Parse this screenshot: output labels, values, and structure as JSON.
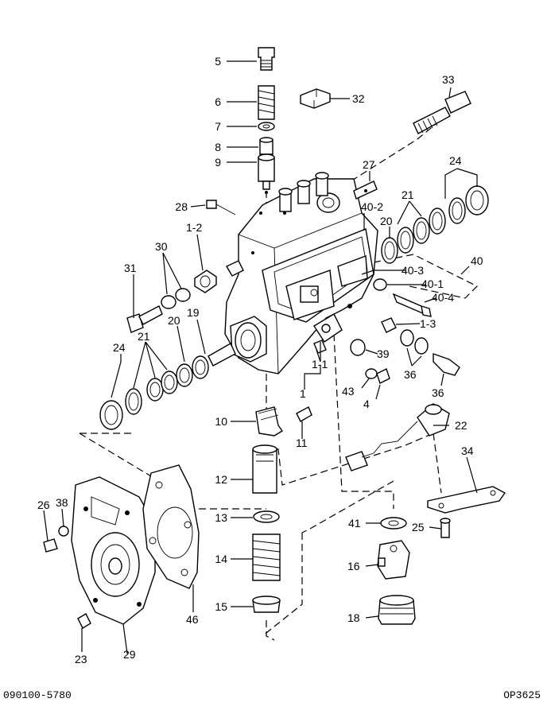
{
  "callouts": [
    {
      "id": "c5",
      "text": "5"
    },
    {
      "id": "c6",
      "text": "6"
    },
    {
      "id": "c7",
      "text": "7"
    },
    {
      "id": "c8",
      "text": "8"
    },
    {
      "id": "c9",
      "text": "9"
    },
    {
      "id": "c32",
      "text": "32"
    },
    {
      "id": "c33",
      "text": "33"
    },
    {
      "id": "c27",
      "text": "27"
    },
    {
      "id": "c24a",
      "text": "24"
    },
    {
      "id": "c21a",
      "text": "21"
    },
    {
      "id": "c40_2",
      "text": "40-2"
    },
    {
      "id": "c20a",
      "text": "20"
    },
    {
      "id": "c28",
      "text": "28"
    },
    {
      "id": "c1_2",
      "text": "1-2"
    },
    {
      "id": "c30",
      "text": "30"
    },
    {
      "id": "c31",
      "text": "31"
    },
    {
      "id": "c40",
      "text": "40"
    },
    {
      "id": "c40_3",
      "text": "40-3"
    },
    {
      "id": "c40_1",
      "text": "40-1"
    },
    {
      "id": "c40_4",
      "text": "40-4"
    },
    {
      "id": "c1_3",
      "text": "1-3"
    },
    {
      "id": "c19",
      "text": "19"
    },
    {
      "id": "c20b",
      "text": "20"
    },
    {
      "id": "c21b",
      "text": "21"
    },
    {
      "id": "c24b",
      "text": "24"
    },
    {
      "id": "c39",
      "text": "39"
    },
    {
      "id": "c1_1",
      "text": "1-1"
    },
    {
      "id": "c36a",
      "text": "36"
    },
    {
      "id": "c1",
      "text": "1"
    },
    {
      "id": "c43",
      "text": "43"
    },
    {
      "id": "c4",
      "text": "4"
    },
    {
      "id": "c36b",
      "text": "36"
    },
    {
      "id": "c10",
      "text": "10"
    },
    {
      "id": "c11",
      "text": "11"
    },
    {
      "id": "c22",
      "text": "22"
    },
    {
      "id": "c34",
      "text": "34"
    },
    {
      "id": "c12",
      "text": "12"
    },
    {
      "id": "c26",
      "text": "26"
    },
    {
      "id": "c38",
      "text": "38"
    },
    {
      "id": "c13",
      "text": "13"
    },
    {
      "id": "c41",
      "text": "41"
    },
    {
      "id": "c25",
      "text": "25"
    },
    {
      "id": "c14",
      "text": "14"
    },
    {
      "id": "c16",
      "text": "16"
    },
    {
      "id": "c15",
      "text": "15"
    },
    {
      "id": "c46",
      "text": "46"
    },
    {
      "id": "c18",
      "text": "18"
    },
    {
      "id": "c23",
      "text": "23"
    },
    {
      "id": "c29",
      "text": "29"
    }
  ],
  "footer": {
    "serial": "090100-5780",
    "code": "OP3625"
  }
}
